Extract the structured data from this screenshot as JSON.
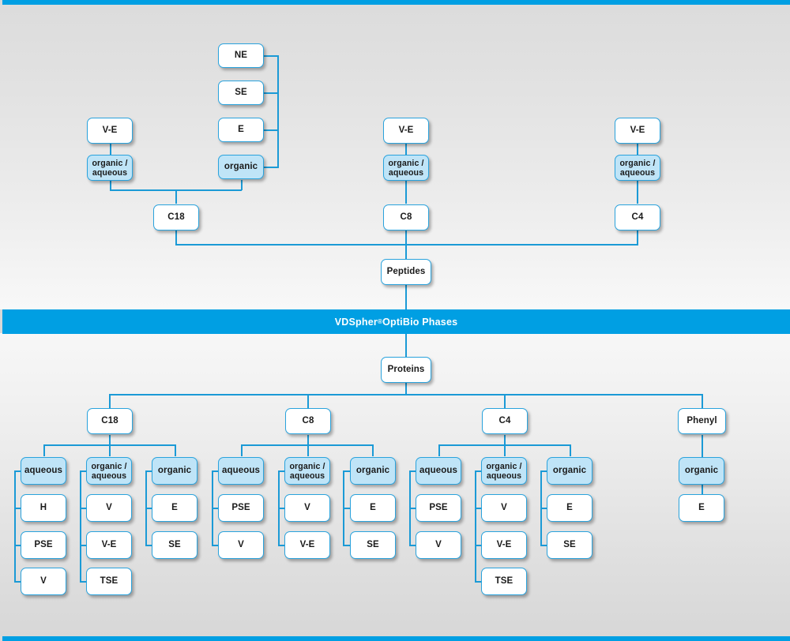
{
  "banner": {
    "text_before": "VDSpher",
    "sup": "®",
    "text_after": " OptiBio Phases"
  },
  "colors": {
    "accent": "#009fe3",
    "line": "#1b9ad6",
    "box_border": "#2aa3dd",
    "box_fill": "#ffffff",
    "box_fill_highlight": "#bfe4f7",
    "banner_text": "#ffffff",
    "text": "#1a1a1a"
  },
  "peptides": {
    "root": "Peptides",
    "columns": [
      {
        "phase": "C18",
        "modes": [
          {
            "label": "organic /\naqueous",
            "highlight": true,
            "parent": "V-E",
            "children": []
          },
          {
            "label": "organic",
            "highlight": true,
            "parent": null,
            "children": [
              "NE",
              "SE",
              "E"
            ]
          }
        ]
      },
      {
        "phase": "C8",
        "modes": [
          {
            "label": "organic /\naqueous",
            "highlight": true,
            "parent": "V-E",
            "children": []
          }
        ]
      },
      {
        "phase": "C4",
        "modes": [
          {
            "label": "organic /\naqueous",
            "highlight": true,
            "parent": "V-E",
            "children": []
          }
        ]
      }
    ]
  },
  "proteins": {
    "root": "Proteins",
    "columns": [
      {
        "phase": "C18",
        "groups": [
          {
            "label": "aqueous",
            "items": [
              "H",
              "PSE",
              "V"
            ]
          },
          {
            "label": "organic /\naqueous",
            "items": [
              "V",
              "V-E",
              "TSE"
            ]
          },
          {
            "label": "organic",
            "items": [
              "E",
              "SE"
            ]
          }
        ]
      },
      {
        "phase": "C8",
        "groups": [
          {
            "label": "aqueous",
            "items": [
              "PSE",
              "V"
            ]
          },
          {
            "label": "organic /\naqueous",
            "items": [
              "V",
              "V-E"
            ]
          },
          {
            "label": "organic",
            "items": [
              "E",
              "SE"
            ]
          }
        ]
      },
      {
        "phase": "C4",
        "groups": [
          {
            "label": "aqueous",
            "items": [
              "PSE",
              "V"
            ]
          },
          {
            "label": "organic /\naqueous",
            "items": [
              "V",
              "V-E",
              "TSE"
            ]
          },
          {
            "label": "organic",
            "items": [
              "E",
              "SE"
            ]
          }
        ]
      },
      {
        "phase": "Phenyl",
        "groups": [
          {
            "label": "organic",
            "items": [
              "E"
            ]
          }
        ]
      }
    ]
  },
  "nodes": {
    "top": {
      "ne": "NE",
      "se": "SE",
      "e": "E",
      "organic": "organic",
      "ve_left": "V-E",
      "oa_left": "organic /\naqueous",
      "c18": "C18",
      "ve_mid": "V-E",
      "oa_mid": "organic /\naqueous",
      "c8": "C8",
      "ve_right": "V-E",
      "oa_right": "organic /\naqueous",
      "c4": "C4",
      "peptides": "Peptides"
    },
    "bottom": {
      "proteins": "Proteins",
      "c18": "C18",
      "c8": "C8",
      "c4": "C4",
      "phenyl": "Phenyl",
      "c18_aqueous": "aqueous",
      "c18_aqueous_items": [
        "H",
        "PSE",
        "V"
      ],
      "c18_oa": "organic /\naqueous",
      "c18_oa_items": [
        "V",
        "V-E",
        "TSE"
      ],
      "c18_org": "organic",
      "c18_org_items": [
        "E",
        "SE"
      ],
      "c8_aqueous": "aqueous",
      "c8_aqueous_items": [
        "PSE",
        "V"
      ],
      "c8_oa": "organic /\naqueous",
      "c8_oa_items": [
        "V",
        "V-E"
      ],
      "c8_org": "organic",
      "c8_org_items": [
        "E",
        "SE"
      ],
      "c4_aqueous": "aqueous",
      "c4_aqueous_items": [
        "PSE",
        "V"
      ],
      "c4_oa": "organic /\naqueous",
      "c4_oa_items": [
        "V",
        "V-E",
        "TSE"
      ],
      "c4_org": "organic",
      "c4_org_items": [
        "E",
        "SE"
      ],
      "phenyl_org": "organic",
      "phenyl_org_items": [
        "E"
      ]
    }
  }
}
